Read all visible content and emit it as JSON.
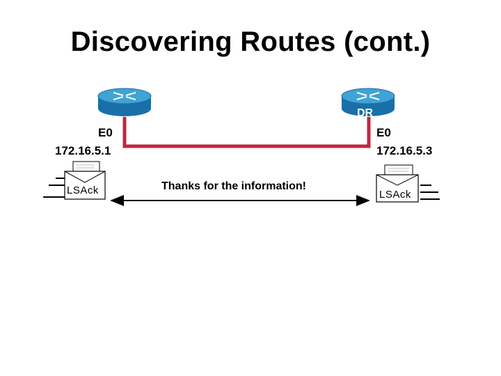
{
  "title": "Discovering Routes (cont.)",
  "left_router": {
    "icon": "router-icon",
    "interface": "E0",
    "ip": "172.16.5.1",
    "packet_label": "LSAck"
  },
  "right_router": {
    "icon": "router-icon",
    "role": "DR",
    "interface": "E0",
    "ip": "172.16.5.3",
    "packet_label": "LSAck"
  },
  "message": "Thanks for the information!",
  "colors": {
    "link": "#c0283c",
    "router_top": "#3fa3d6",
    "router_side": "#1a6fa8",
    "arrow": "#000000"
  }
}
